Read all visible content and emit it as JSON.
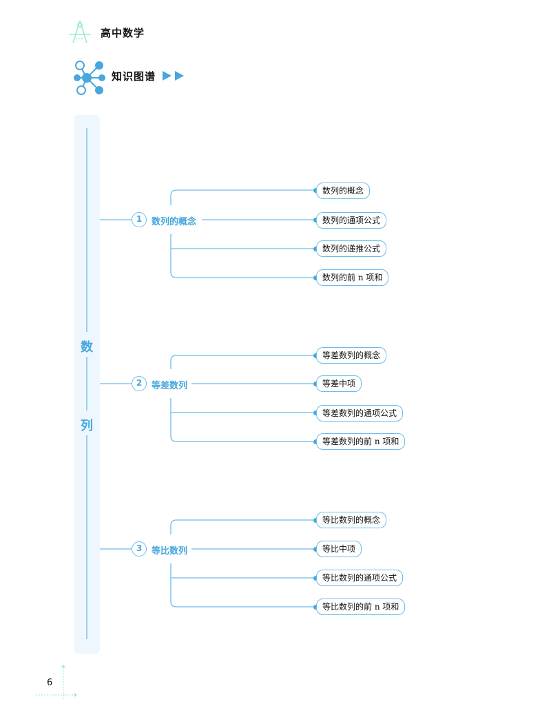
{
  "header": {
    "title": "高中数学"
  },
  "section": {
    "title": "知识图谱"
  },
  "side": {
    "char1": "数",
    "char2": "列"
  },
  "groups": [
    {
      "number": "1",
      "label": "数列的概念",
      "items": [
        "数列的概念",
        "数列的通项公式",
        "数列的递推公式",
        "数列的前 n 项和"
      ]
    },
    {
      "number": "2",
      "label": "等差数列",
      "items": [
        "等差数列的概念",
        "等差中项",
        "等差数列的通项公式",
        "等差数列的前 n 项和"
      ]
    },
    {
      "number": "3",
      "label": "等比数列",
      "items": [
        "等比数列的概念",
        "等比中项",
        "等比数列的通项公式",
        "等比数列的前 n 项和"
      ]
    }
  ],
  "footer": {
    "page_number": "6"
  },
  "colors": {
    "accent": "#47a7de",
    "line": "#6bbcea",
    "sidebar": "#eef7fd"
  }
}
